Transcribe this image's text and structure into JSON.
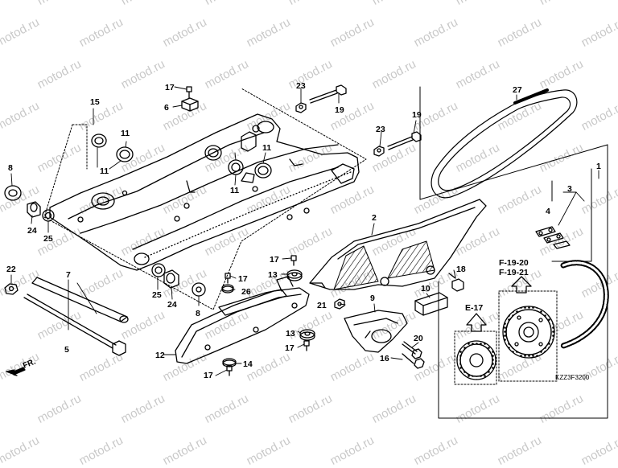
{
  "watermark": "motod.ru",
  "diagram_code": "KZZ3F3200",
  "front_marker": "FR.",
  "ref_e17": "E-17",
  "ref_f1920": "F-19-20",
  "ref_f1921": "F-19-21",
  "callouts": {
    "c1": "1",
    "c2": "2",
    "c3": "3",
    "c4": "4",
    "c5": "5",
    "c6": "6",
    "c7": "7",
    "c8a": "8",
    "c8b": "8",
    "c9": "9",
    "c10": "10",
    "c11a": "11",
    "c11b": "11",
    "c11c": "11",
    "c11d": "11",
    "c12": "12",
    "c13a": "13",
    "c13b": "13",
    "c14": "14",
    "c15": "15",
    "c16": "16",
    "c17a": "17",
    "c17b": "17",
    "c17c": "17",
    "c17d": "17",
    "c17e": "17",
    "c18": "18",
    "c19a": "19",
    "c19b": "19",
    "c20": "20",
    "c21": "21",
    "c22": "22",
    "c23a": "23",
    "c23b": "23",
    "c24a": "24",
    "c24b": "24",
    "c25a": "25",
    "c25b": "25",
    "c26": "26",
    "c27": "27"
  }
}
